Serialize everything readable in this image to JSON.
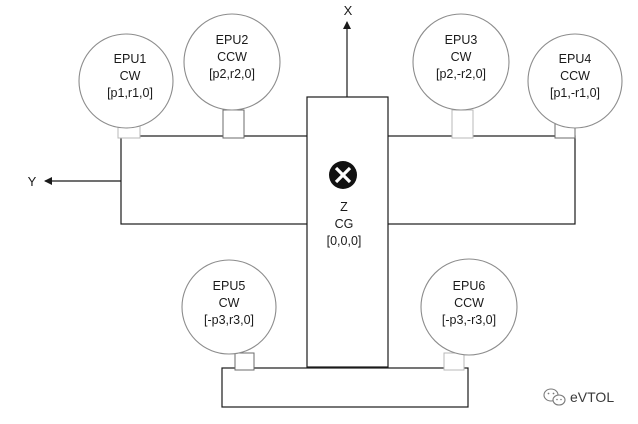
{
  "axes": {
    "x_label": "X",
    "y_label": "Y"
  },
  "center": {
    "z_label": "Z",
    "cg_label": "CG",
    "coords": "[0,0,0]"
  },
  "epus": [
    {
      "name": "EPU1",
      "dir": "CW",
      "coords": "[p1,r1,0]"
    },
    {
      "name": "EPU2",
      "dir": "CCW",
      "coords": "[p2,r2,0]"
    },
    {
      "name": "EPU3",
      "dir": "CW",
      "coords": "[p2,-r2,0]"
    },
    {
      "name": "EPU4",
      "dir": "CCW",
      "coords": "[p1,-r1,0]"
    },
    {
      "name": "EPU5",
      "dir": "CW",
      "coords": "[-p3,r3,0]"
    },
    {
      "name": "EPU6",
      "dir": "CCW",
      "coords": "[-p3,-r3,0]"
    }
  ],
  "watermark": {
    "text": "eVTOL",
    "icon": "wechat-icon"
  },
  "colors": {
    "line": "#1a1a1a",
    "circle": "#8c8c8c"
  }
}
